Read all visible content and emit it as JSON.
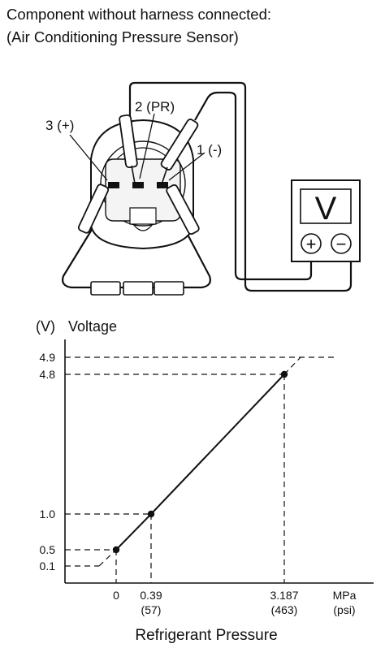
{
  "header": {
    "line1": "Component without harness connected:",
    "line2": "(Air Conditioning Pressure Sensor)"
  },
  "connector": {
    "pins": [
      {
        "label": "3 (+)"
      },
      {
        "label": "2 (PR)"
      },
      {
        "label": "1 (-)"
      }
    ]
  },
  "meter": {
    "display": "V",
    "plus": "+",
    "minus": "−"
  },
  "graph": {
    "y_unit": "(V)",
    "y_title": "Voltage",
    "x_title": "Refrigerant Pressure",
    "x_unit_top": "MPa",
    "x_unit_bottom": "(psi)",
    "y_ticks": [
      "4.9",
      "4.8",
      "1.0",
      "0.5",
      "0.1"
    ],
    "x_ticks": [
      {
        "top": "0",
        "bottom": ""
      },
      {
        "top": "0.39",
        "bottom": "(57)"
      },
      {
        "top": "3.187",
        "bottom": "(463)"
      }
    ]
  },
  "chart_data": {
    "type": "line",
    "x": [
      0,
      0.39,
      3.187
    ],
    "y": [
      0.5,
      1.0,
      4.8
    ],
    "extrapolated_points": [
      {
        "x": 0,
        "y": 0.5
      },
      {
        "x": -0.1,
        "y": 0.1
      },
      {
        "x": 3.187,
        "y": 4.8
      },
      {
        "x": 3.33,
        "y": 4.9
      }
    ],
    "xlabel": "Refrigerant Pressure",
    "ylabel": "Voltage",
    "x_unit": "MPa (psi)",
    "y_unit": "V",
    "y_tick_values": [
      0.1,
      0.5,
      1.0,
      4.8,
      4.9
    ],
    "x_tick_values": [
      0,
      0.39,
      3.187
    ],
    "x_tick_psi": [
      "",
      "(57)",
      "(463)"
    ]
  }
}
